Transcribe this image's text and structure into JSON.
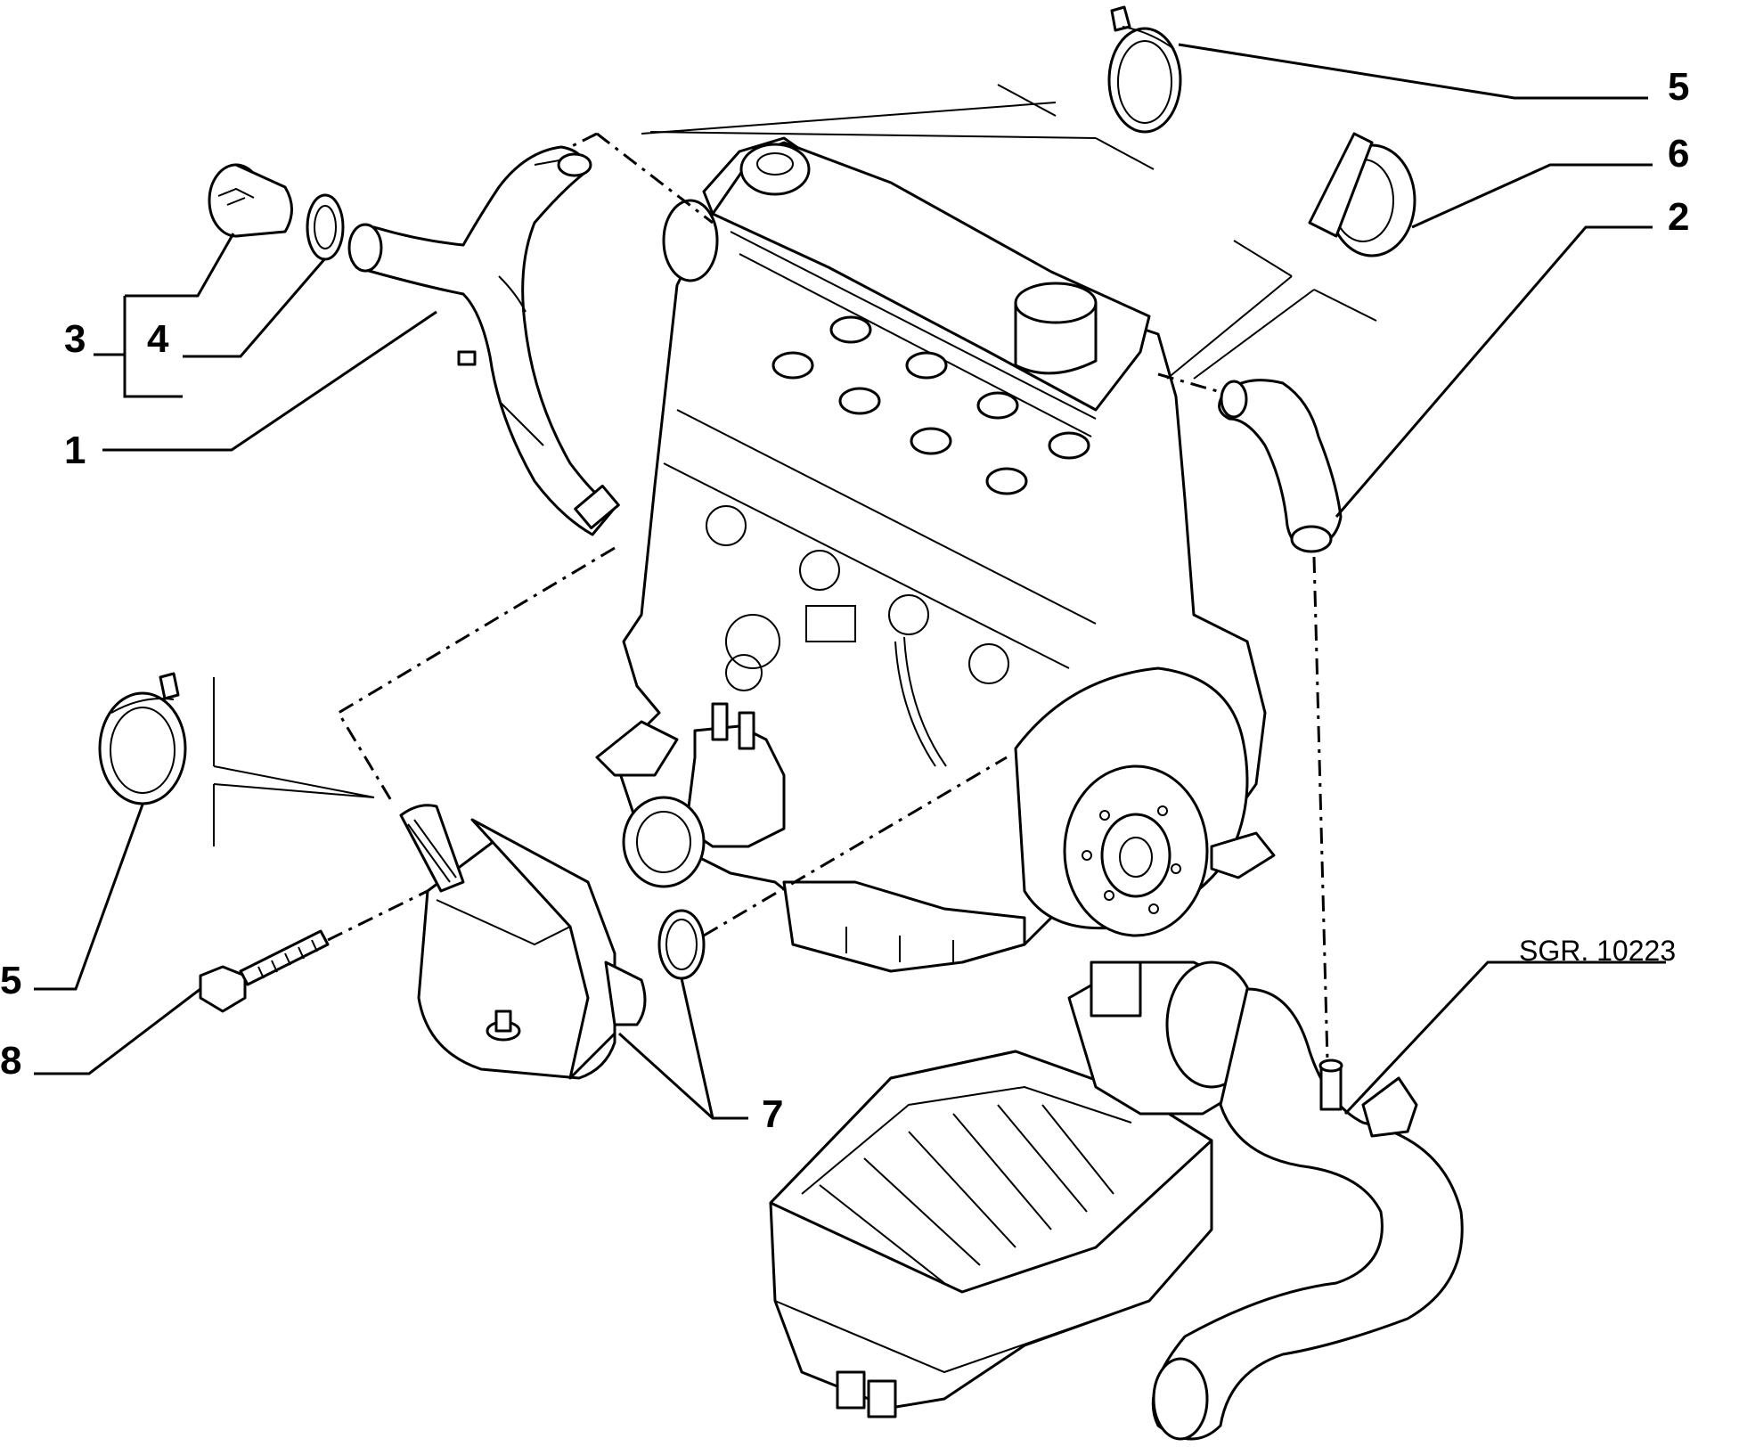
{
  "reference": "SGR. 10223",
  "callouts": [
    {
      "id": "c1",
      "text": "1"
    },
    {
      "id": "c2",
      "text": "2"
    },
    {
      "id": "c3",
      "text": "3"
    },
    {
      "id": "c4",
      "text": "4"
    },
    {
      "id": "c5a",
      "text": "5"
    },
    {
      "id": "c5b",
      "text": "5"
    },
    {
      "id": "c6",
      "text": "6"
    },
    {
      "id": "c7",
      "text": "7"
    },
    {
      "id": "c8",
      "text": "8"
    }
  ]
}
